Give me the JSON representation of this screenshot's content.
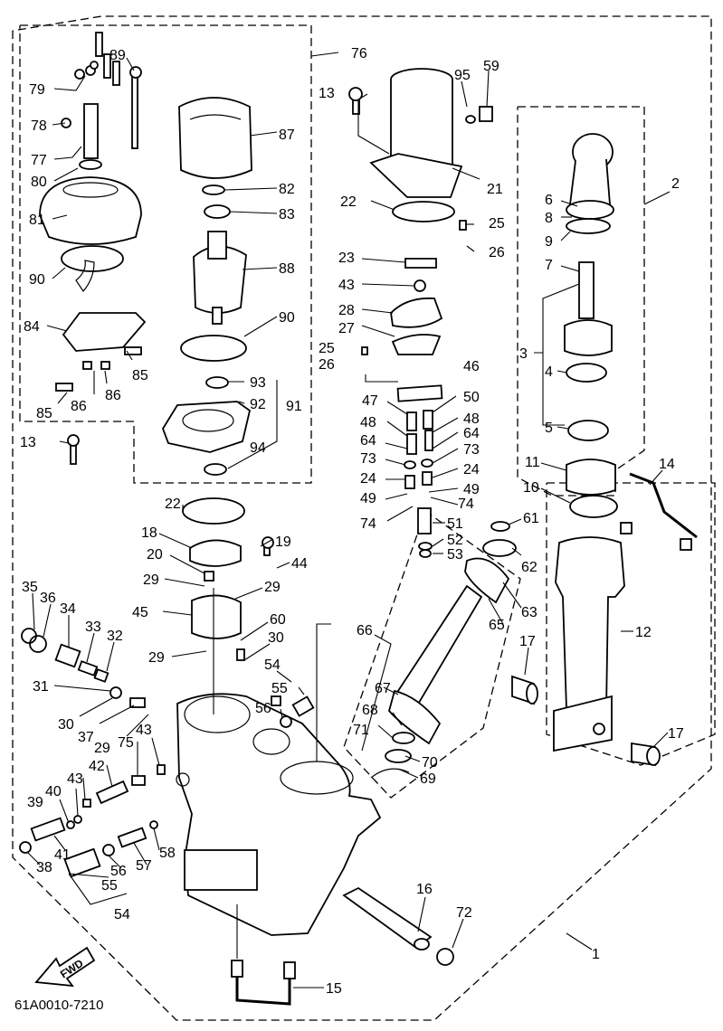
{
  "callouts": [
    {
      "id": "c89",
      "text": "89"
    },
    {
      "id": "c76",
      "text": "76"
    },
    {
      "id": "c79",
      "text": "79"
    },
    {
      "id": "c78",
      "text": "78"
    },
    {
      "id": "c87",
      "text": "87"
    },
    {
      "id": "c77",
      "text": "77"
    },
    {
      "id": "c80",
      "text": "80"
    },
    {
      "id": "c82",
      "text": "82"
    },
    {
      "id": "c83",
      "text": "83"
    },
    {
      "id": "c81",
      "text": "81"
    },
    {
      "id": "c90a",
      "text": "90"
    },
    {
      "id": "c88",
      "text": "88"
    },
    {
      "id": "c84",
      "text": "84"
    },
    {
      "id": "c90b",
      "text": "90"
    },
    {
      "id": "c85a",
      "text": "85"
    },
    {
      "id": "c86a",
      "text": "86"
    },
    {
      "id": "c85b",
      "text": "85"
    },
    {
      "id": "c86b",
      "text": "86"
    },
    {
      "id": "c93",
      "text": "93"
    },
    {
      "id": "c92",
      "text": "92"
    },
    {
      "id": "c91",
      "text": "91"
    },
    {
      "id": "c94",
      "text": "94"
    },
    {
      "id": "c13a",
      "text": "13"
    },
    {
      "id": "c13b",
      "text": "13"
    },
    {
      "id": "c95",
      "text": "95"
    },
    {
      "id": "c59",
      "text": "59"
    },
    {
      "id": "c21",
      "text": "21"
    },
    {
      "id": "c22a",
      "text": "22"
    },
    {
      "id": "c25a",
      "text": "25"
    },
    {
      "id": "c26a",
      "text": "26"
    },
    {
      "id": "c23",
      "text": "23"
    },
    {
      "id": "c43a",
      "text": "43"
    },
    {
      "id": "c28",
      "text": "28"
    },
    {
      "id": "c27",
      "text": "27"
    },
    {
      "id": "c25b",
      "text": "25"
    },
    {
      "id": "c26b",
      "text": "26"
    },
    {
      "id": "c46",
      "text": "46"
    },
    {
      "id": "c47",
      "text": "47"
    },
    {
      "id": "c50",
      "text": "50"
    },
    {
      "id": "c48a",
      "text": "48"
    },
    {
      "id": "c48b",
      "text": "48"
    },
    {
      "id": "c64a",
      "text": "64"
    },
    {
      "id": "c64b",
      "text": "64"
    },
    {
      "id": "c73a",
      "text": "73"
    },
    {
      "id": "c73b",
      "text": "73"
    },
    {
      "id": "c24a",
      "text": "24"
    },
    {
      "id": "c24b",
      "text": "24"
    },
    {
      "id": "c49a",
      "text": "49"
    },
    {
      "id": "c49b",
      "text": "49"
    },
    {
      "id": "c74a",
      "text": "74"
    },
    {
      "id": "c74b",
      "text": "74"
    },
    {
      "id": "c51",
      "text": "51"
    },
    {
      "id": "c52",
      "text": "52"
    },
    {
      "id": "c53",
      "text": "53"
    },
    {
      "id": "c61",
      "text": "61"
    },
    {
      "id": "c62",
      "text": "62"
    },
    {
      "id": "c63",
      "text": "63"
    },
    {
      "id": "c65",
      "text": "65"
    },
    {
      "id": "c2",
      "text": "2"
    },
    {
      "id": "c6",
      "text": "6"
    },
    {
      "id": "c8",
      "text": "8"
    },
    {
      "id": "c9",
      "text": "9"
    },
    {
      "id": "c7",
      "text": "7"
    },
    {
      "id": "c3",
      "text": "3"
    },
    {
      "id": "c4",
      "text": "4"
    },
    {
      "id": "c5",
      "text": "5"
    },
    {
      "id": "c11",
      "text": "11"
    },
    {
      "id": "c10",
      "text": "10"
    },
    {
      "id": "c14",
      "text": "14"
    },
    {
      "id": "c12",
      "text": "12"
    },
    {
      "id": "c17a",
      "text": "17"
    },
    {
      "id": "c17b",
      "text": "17"
    },
    {
      "id": "c22b",
      "text": "22"
    },
    {
      "id": "c18",
      "text": "18"
    },
    {
      "id": "c19",
      "text": "19"
    },
    {
      "id": "c20",
      "text": "20"
    },
    {
      "id": "c44",
      "text": "44"
    },
    {
      "id": "c29a",
      "text": "29"
    },
    {
      "id": "c29b",
      "text": "29"
    },
    {
      "id": "c45",
      "text": "45"
    },
    {
      "id": "c60",
      "text": "60"
    },
    {
      "id": "c29c",
      "text": "29"
    },
    {
      "id": "c30a",
      "text": "30"
    },
    {
      "id": "c35",
      "text": "35"
    },
    {
      "id": "c36",
      "text": "36"
    },
    {
      "id": "c34",
      "text": "34"
    },
    {
      "id": "c33",
      "text": "33"
    },
    {
      "id": "c32",
      "text": "32"
    },
    {
      "id": "c66",
      "text": "66"
    },
    {
      "id": "c54a",
      "text": "54"
    },
    {
      "id": "c55a",
      "text": "55"
    },
    {
      "id": "c56a",
      "text": "56"
    },
    {
      "id": "c31",
      "text": "31"
    },
    {
      "id": "c30b",
      "text": "30"
    },
    {
      "id": "c37",
      "text": "37"
    },
    {
      "id": "c29d",
      "text": "29"
    },
    {
      "id": "c75",
      "text": "75"
    },
    {
      "id": "c43b",
      "text": "43"
    },
    {
      "id": "c67",
      "text": "67"
    },
    {
      "id": "c68",
      "text": "68"
    },
    {
      "id": "c71",
      "text": "71"
    },
    {
      "id": "c70",
      "text": "70"
    },
    {
      "id": "c69",
      "text": "69"
    },
    {
      "id": "c42",
      "text": "42"
    },
    {
      "id": "c43c",
      "text": "43"
    },
    {
      "id": "c40",
      "text": "40"
    },
    {
      "id": "c39",
      "text": "39"
    },
    {
      "id": "c41",
      "text": "41"
    },
    {
      "id": "c38",
      "text": "38"
    },
    {
      "id": "c56b",
      "text": "56"
    },
    {
      "id": "c57",
      "text": "57"
    },
    {
      "id": "c55b",
      "text": "55"
    },
    {
      "id": "c58",
      "text": "58"
    },
    {
      "id": "c54b",
      "text": "54"
    },
    {
      "id": "c16",
      "text": "16"
    },
    {
      "id": "c72",
      "text": "72"
    },
    {
      "id": "c1",
      "text": "1"
    },
    {
      "id": "c15",
      "text": "15"
    }
  ],
  "fwd_label": "FWD",
  "drawing_number": "61A0010-7210"
}
